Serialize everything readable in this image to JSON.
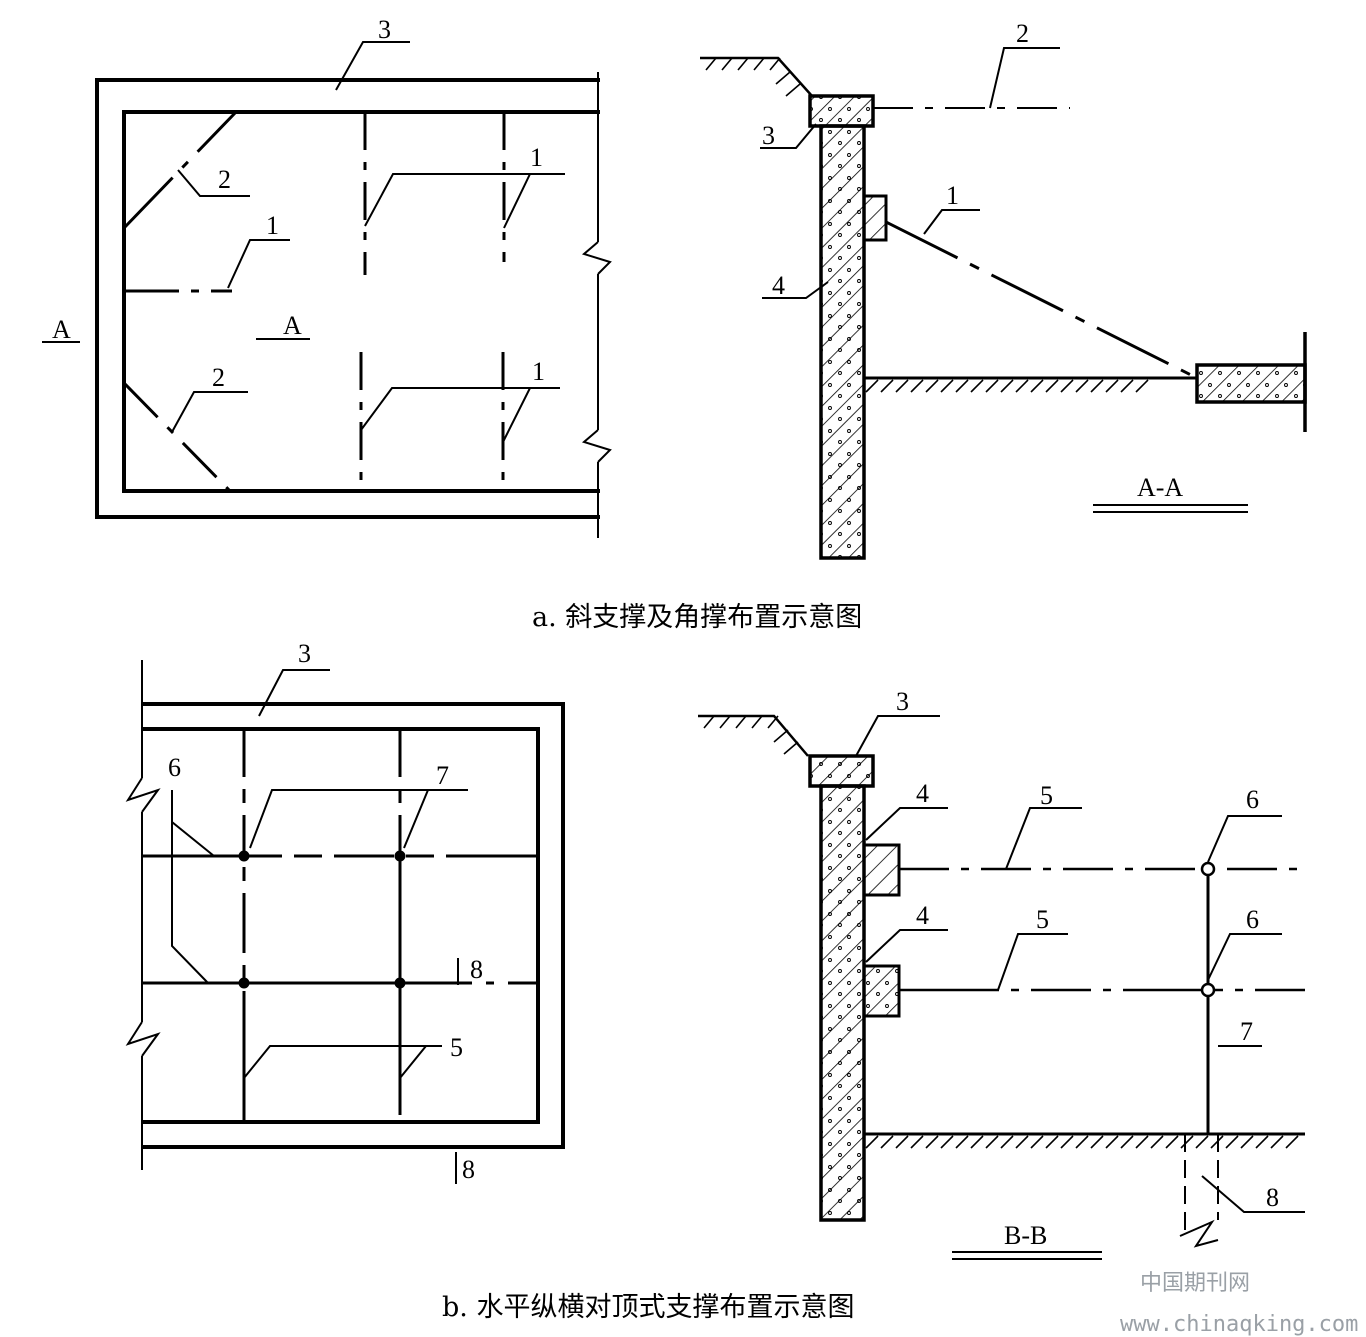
{
  "figure_a": {
    "caption": "a. 斜支撑及角撑布置示意图",
    "plan": {
      "section_mark_left": "A",
      "section_mark_inner": "A",
      "labels": {
        "cap_beam": "3",
        "corner_upper": "2",
        "corner_lower": "2",
        "diag_center": "1",
        "diag_upper_right": "1",
        "diag_lower_right": "1"
      }
    },
    "section": {
      "title": "A-A",
      "labels": {
        "brace_level": "2",
        "cap_beam": "3",
        "inclined_brace": "1",
        "pile_wall": "4"
      }
    }
  },
  "figure_b": {
    "caption": "b.  水平纵横对顶式支撑布置示意图",
    "plan": {
      "labels": {
        "cap_beam": "3",
        "joint": "6",
        "column": "7",
        "strut": "5",
        "pile_mark_inner": "8",
        "pile_mark_bottom": "8"
      }
    },
    "section": {
      "title": "B-B",
      "labels": {
        "cap_beam": "3",
        "waler_upper": "4",
        "waler_lower": "4",
        "strut_upper": "5",
        "strut_lower": "5",
        "joint_upper": "6",
        "joint_lower": "6",
        "column": "7",
        "pile": "8"
      }
    }
  },
  "watermark": {
    "cn": "中国期刊网",
    "url": "www.chinaqking.com"
  }
}
